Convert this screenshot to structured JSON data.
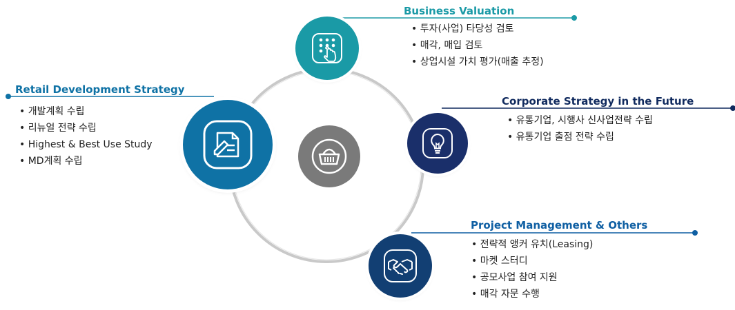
{
  "colors": {
    "teal": "#1a9aa6",
    "steel_blue": "#0f72a5",
    "navy": "#1a2f6a",
    "dark_blue": "#123f73",
    "gray": "#7a7a7a",
    "ring": "#c9c9c9",
    "title_blue": "#0f5fa3",
    "title_navy": "#102a5e"
  },
  "sections": {
    "business_valuation": {
      "title": "Business Valuation",
      "icon": "keypad-touch-icon",
      "items": [
        "투자(사업) 타당성 검토",
        "매각, 매입 검토",
        "상업시설 가치 평가(매출 추정)"
      ]
    },
    "retail_development": {
      "title": "Retail Development Strategy",
      "icon": "document-edit-icon",
      "items": [
        "개발계획 수립",
        "리뉴얼 전략 수립",
        "Highest & Best Use Study",
        "MD계획 수립"
      ]
    },
    "corporate_strategy": {
      "title": "Corporate Strategy in the Future",
      "icon": "lightbulb-icon",
      "items": [
        "유통기업, 시행사 신사업전략 수립",
        "유통기업 출점 전략 수립"
      ]
    },
    "project_management": {
      "title": "Project Management & Others",
      "icon": "handshake-icon",
      "items": [
        "전략적 앵커 유치(Leasing)",
        "마켓 스터디",
        "공모사업 참여 지원",
        "매각 자문 수행"
      ]
    },
    "center": {
      "icon": "shopping-basket-icon"
    }
  }
}
